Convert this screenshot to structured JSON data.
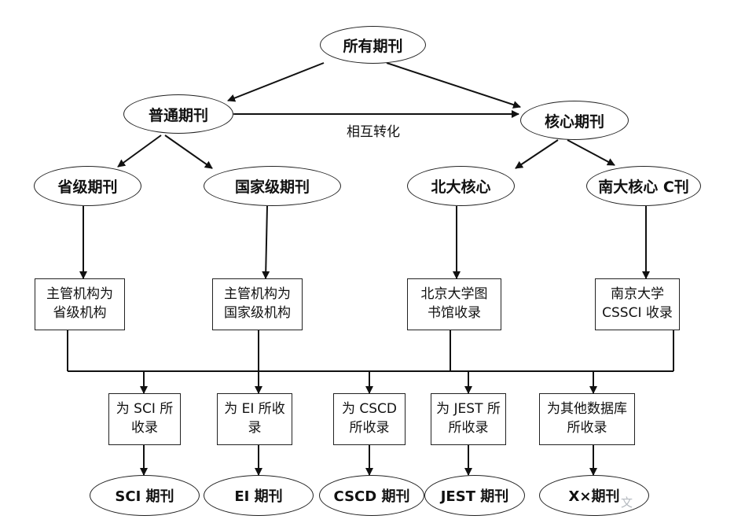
{
  "top": "所有期刊",
  "ordinary": "普通期刊",
  "core": "核心期刊",
  "mutual": "相互转化",
  "provincial": "省级期刊",
  "national": "国家级期刊",
  "pku": "北大核心",
  "nju": "南大核心 C刊",
  "box_prov": [
    "主管机构为",
    "省级机构"
  ],
  "box_nat": [
    "主管机构为",
    "国家级机构"
  ],
  "box_pku": [
    "北京大学图",
    "书馆收录"
  ],
  "box_nju": [
    "南京大学",
    "CSSCI 收录"
  ],
  "box_sci": [
    "为 SCI 所",
    "收录"
  ],
  "box_ei": [
    "为 EI 所收",
    "录"
  ],
  "box_cscd": [
    "为 CSCD",
    "所收录"
  ],
  "box_jest": [
    "为 JEST 所",
    "所收录"
  ],
  "box_other": [
    "为其他数据库",
    "所收录"
  ],
  "sci": "SCI 期刊",
  "ei": "EI 期刊",
  "cscd": "CSCD 期刊",
  "jest": "JEST 期刊",
  "x": "X×期刊",
  "watermark": "文"
}
